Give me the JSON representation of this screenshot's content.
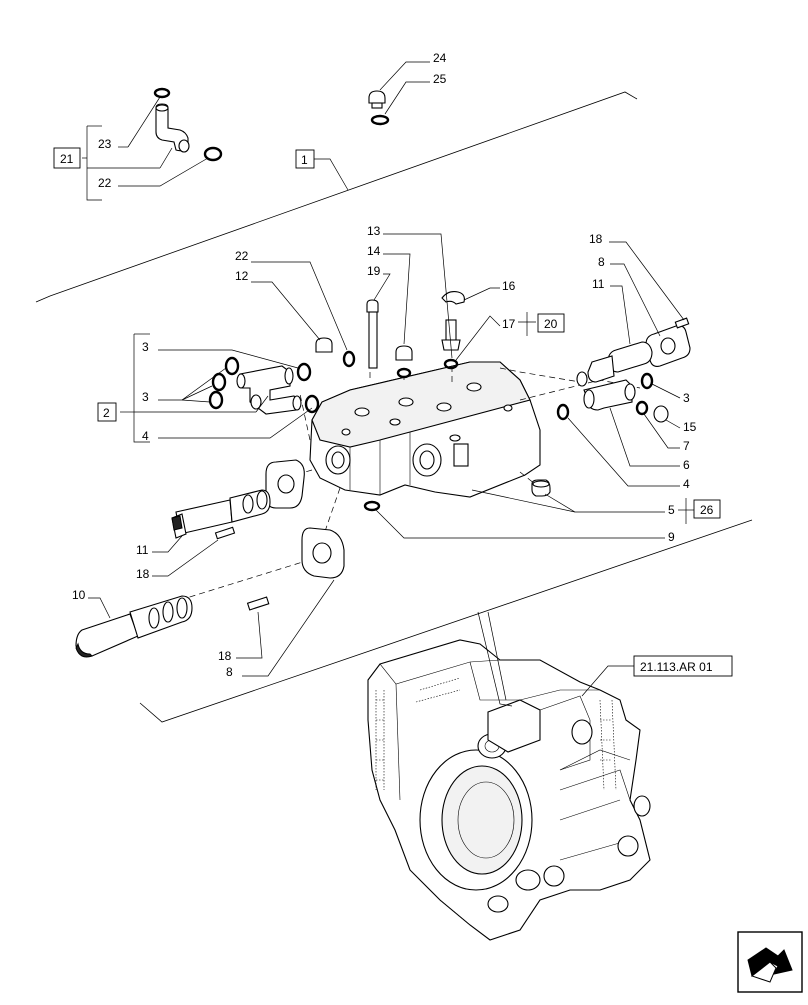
{
  "callouts": {
    "c24": "24",
    "c25": "25",
    "c23": "23",
    "c22a": "22",
    "c21": "21",
    "c1": "1",
    "c13": "13",
    "c14": "14",
    "c19": "19",
    "c22b": "22",
    "c12": "12",
    "c16": "16",
    "c17": "17",
    "c20": "20",
    "c18a": "18",
    "c8a": "8",
    "c11a": "11",
    "c3a": "3",
    "c3b": "3",
    "c2": "2",
    "c4a": "4",
    "c3c": "3",
    "c15": "15",
    "c7": "7",
    "c6": "6",
    "c4b": "4",
    "c5": "5",
    "c26": "26",
    "c9": "9",
    "c11b": "11",
    "c18b": "18",
    "c10": "10",
    "c18c": "18",
    "c8b": "8",
    "ref": "21.113.AR 01"
  }
}
